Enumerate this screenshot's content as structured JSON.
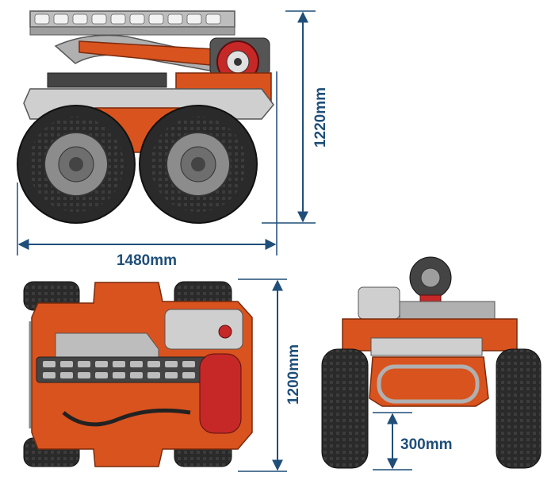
{
  "dimensions": {
    "side_height": "1220mm",
    "side_length": "1480mm",
    "top_width": "1200mm",
    "front_ground_clearance": "300mm"
  },
  "colors": {
    "dimension": "#1f4e79",
    "body_orange": "#d9531e",
    "body_dark_orange": "#a63a12",
    "frame_gray": "#c9c9c9",
    "tire": "#2a2a2a",
    "rim": "#8c8c8c",
    "extinguisher_red": "#c62828"
  }
}
